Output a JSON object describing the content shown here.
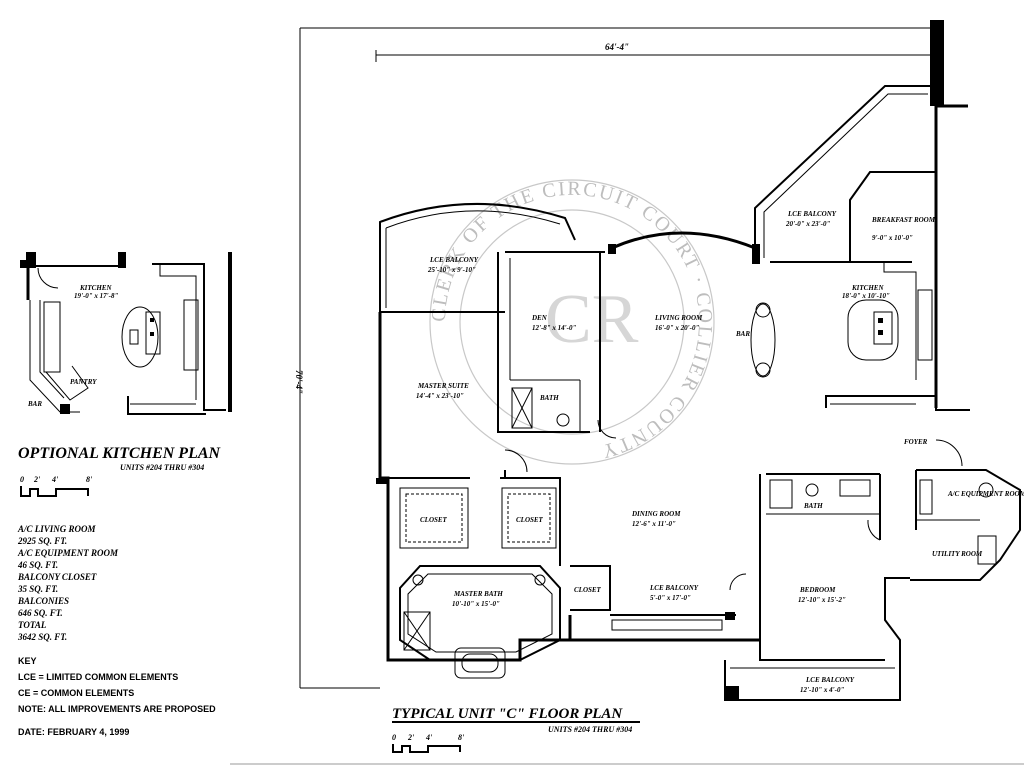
{
  "main_plan": {
    "title": "TYPICAL UNIT \"C\" FLOOR PLAN",
    "units_note": "UNITS #204 THRU #304",
    "width_dim": "64'-4\"",
    "height_dim": "70'-4\"",
    "scale_ticks": [
      "0",
      "2'",
      "4'",
      "8'"
    ],
    "rooms": {
      "lce_balcony_left": "LCE BALCONY",
      "lce_balcony_left_size": "25'-10\" x 9'-10\"",
      "den": "DEN",
      "den_size": "12'-8\" x 14'-0\"",
      "living_room": "LIVING ROOM",
      "living_room_size": "16'-0\" x 20'-0\"",
      "bar": "BAR",
      "lce_balcony_top": "LCE BALCONY",
      "lce_balcony_top_size": "20'-0\" x 23'-0\"",
      "breakfast_room": "BREAKFAST ROOM",
      "breakfast_room_size": "9'-0\" x 10'-0\"",
      "kitchen": "KITCHEN",
      "kitchen_size": "18'-0\" x 10'-10\"",
      "master_suite": "MASTER SUITE",
      "master_suite_size": "14'-4\" x 23'-10\"",
      "bath_small": "BATH",
      "foyer": "FOYER",
      "closet_left": "CLOSET",
      "closet_right": "CLOSET",
      "dining_room": "DINING ROOM",
      "dining_room_size": "12'-6\" x 11'-0\"",
      "bath": "BATH",
      "ac_equipment_room": "A/C EQUIPMENT ROOM",
      "master_bath": "MASTER BATH",
      "master_bath_size": "10'-10\" x 15'-0\"",
      "closet_hall": "CLOSET",
      "lce_balcony_mid": "LCE BALCONY",
      "lce_balcony_mid_size": "5'-0\" x 17'-0\"",
      "bedroom": "BEDROOM",
      "bedroom_size": "12'-10\" x 15'-2\"",
      "utility_room": "UTILITY ROOM",
      "lce_balcony_bottom": "LCE BALCONY",
      "lce_balcony_bottom_size": "12'-10\" x 4'-0\""
    }
  },
  "optional_kitchen": {
    "title": "OPTIONAL KITCHEN PLAN",
    "units_note": "UNITS #204 THRU #304",
    "kitchen": "KITCHEN",
    "kitchen_size": "19'-0\" x 17'-8\"",
    "bar": "BAR",
    "pantry": "PANTRY",
    "scale_ticks": [
      "0",
      "2'",
      "4'",
      "8'"
    ]
  },
  "areas": [
    {
      "label": "A/C LIVING ROOM",
      "value": "2925 SQ. FT."
    },
    {
      "label": "A/C EQUIPMENT ROOM",
      "value": "46 SQ. FT."
    },
    {
      "label": "BALCONY CLOSET",
      "value": "35 SQ. FT."
    },
    {
      "label": "BALCONIES",
      "value": "646 SQ. FT."
    },
    {
      "label": "TOTAL",
      "value": "3642 SQ. FT."
    }
  ],
  "key": {
    "heading": "KEY",
    "lce": "LCE = LIMITED COMMON ELEMENTS",
    "ce": "CE  = COMMON ELEMENTS",
    "note": "NOTE: ALL IMPROVEMENTS ARE PROPOSED",
    "date": "DATE: FEBRUARY 4, 1999"
  },
  "seal": {
    "text": "CLERK OF THE CIRCUIT COURT · COLLIER COUNTY"
  }
}
